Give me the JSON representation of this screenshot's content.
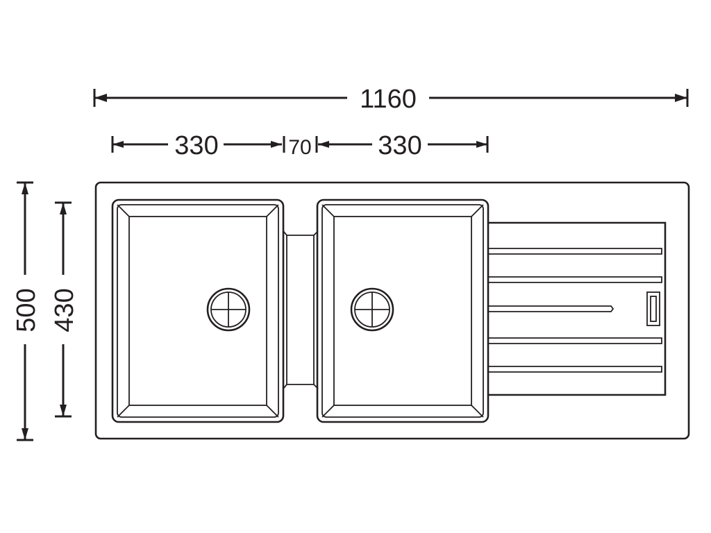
{
  "dimensions": {
    "overall_width": "1160",
    "bowl_left_width": "330",
    "gap_width": "70",
    "bowl_right_width": "330",
    "overall_depth": "500",
    "bowl_depth": "430"
  },
  "colors": {
    "ink": "#231f20",
    "background": "#ffffff"
  }
}
